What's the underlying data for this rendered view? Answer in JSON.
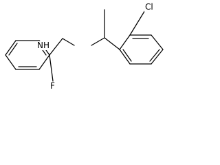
{
  "molecule": {
    "atoms": {
      "amine": "NH",
      "chlorine": "Cl",
      "fluorine": "F"
    }
  },
  "colors": {
    "bond": "#000000",
    "background": "#ffffff"
  }
}
